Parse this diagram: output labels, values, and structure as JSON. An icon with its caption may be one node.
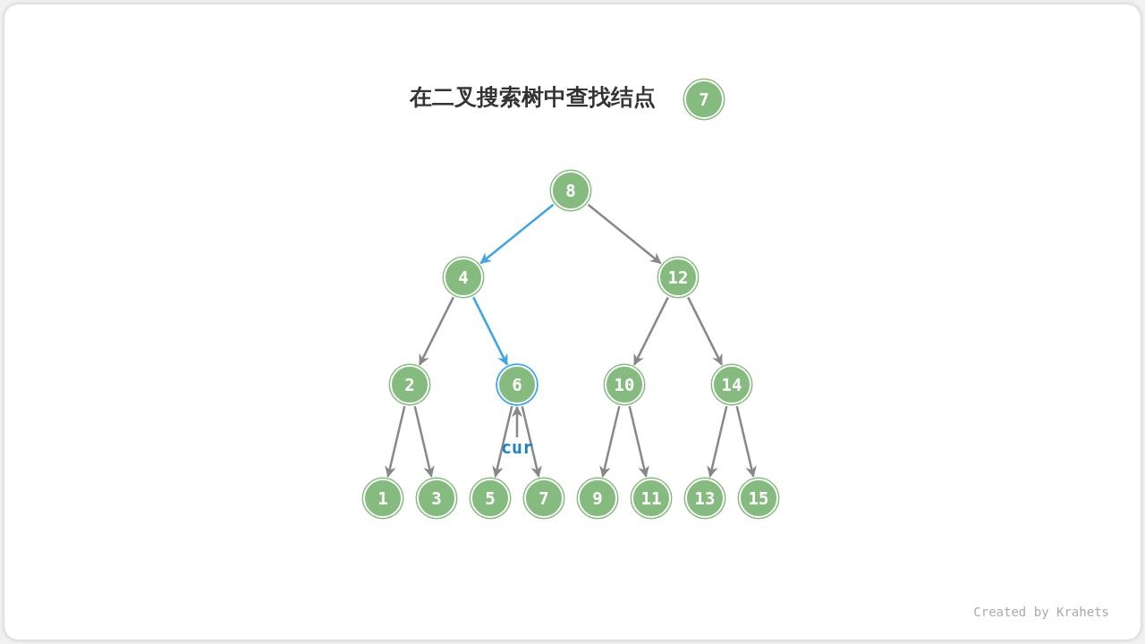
{
  "diagram": {
    "title": "在二叉搜索树中查找结点",
    "nodes": [
      {
        "text": [
          "7"
        ]
      },
      {
        "text": [
          "8"
        ]
      },
      {
        "text": [
          "4"
        ]
      },
      {
        "text": [
          "12"
        ]
      },
      {
        "text": [
          "2"
        ]
      },
      {
        "text": [
          "6"
        ]
      },
      {
        "text": [
          "10"
        ]
      },
      {
        "text": [
          "14"
        ]
      },
      {
        "text": [
          "1"
        ]
      },
      {
        "text": [
          "3"
        ]
      },
      {
        "text": [
          "5"
        ]
      },
      {
        "text": [
          "7"
        ]
      },
      {
        "text": [
          "9"
        ]
      },
      {
        "text": [
          "11"
        ]
      },
      {
        "text": [
          "13"
        ]
      },
      {
        "text": [
          "15"
        ]
      },
      {
        "text": [
          "cur"
        ]
      }
    ],
    "edges": [
      {
        "from": 1,
        "to": 2,
        "arrow": "to",
        "color": "#3ea4ec"
      },
      {
        "from": 1,
        "to": 3,
        "arrow": "to"
      },
      {
        "from": 2,
        "to": 4,
        "arrow": "to"
      },
      {
        "from": 2,
        "to": 5,
        "arrow": "to",
        "color": "#3ea4ec"
      },
      {
        "from": 3,
        "to": 6,
        "arrow": "to"
      },
      {
        "from": 3,
        "to": 7,
        "arrow": "to"
      },
      {
        "from": 4,
        "to": 8,
        "arrow": "to"
      },
      {
        "from": 4,
        "to": 9,
        "arrow": "to"
      },
      {
        "from": 5,
        "to": 10,
        "arrow": "to"
      },
      {
        "from": 5,
        "to": 11,
        "arrow": "to"
      },
      {
        "from": 6,
        "to": 12,
        "arrow": "to"
      },
      {
        "from": 6,
        "to": 13,
        "arrow": "to"
      },
      {
        "from": 7,
        "to": 14,
        "arrow": "to"
      },
      {
        "from": 7,
        "to": 15,
        "arrow": "to"
      },
      {
        "from": 16,
        "to": 5,
        "arrow": "to"
      }
    ],
    "labels": [
      "Created by Krahets"
    ]
  }
}
